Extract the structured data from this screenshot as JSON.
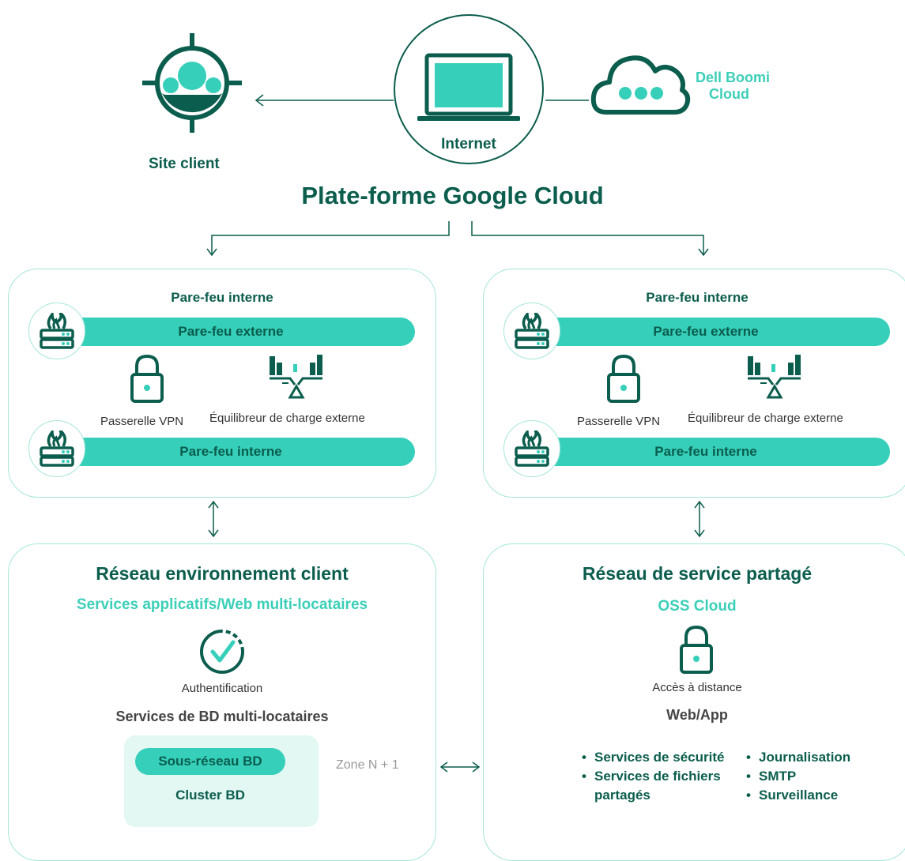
{
  "internet": {
    "label": "Internet"
  },
  "site_client": {
    "label": "Site client"
  },
  "boomi": {
    "label_line1": "Dell Boomi",
    "label_line2": "Cloud"
  },
  "platform": {
    "title": "Plate-forme Google Cloud"
  },
  "left_firewall_panel": {
    "title": "Pare-feu interne",
    "bar_top": "Pare-feu externe",
    "vpn_label": "Passerelle VPN",
    "lb_label": "Équilibreur de charge externe",
    "bar_bottom": "Pare-feu interne"
  },
  "right_firewall_panel": {
    "title": "Pare-feu interne",
    "bar_top": "Pare-feu externe",
    "vpn_label": "Passerelle VPN",
    "lb_label": "Équilibreur de charge externe",
    "bar_bottom": "Pare-feu interne"
  },
  "client_network": {
    "title": "Réseau environnement client",
    "subtitle": "Services applicatifs/Web multi-locataires",
    "auth_label": "Authentification",
    "db_services": "Services de BD multi-locataires",
    "subnet": "Sous-réseau BD",
    "cluster": "Cluster BD",
    "zone": "Zone N + 1"
  },
  "shared_network": {
    "title": "Réseau de service partagé",
    "subtitle": "OSS Cloud",
    "remote_label": "Accès à distance",
    "webapp": "Web/App",
    "services_col1": [
      "Services de sécurité",
      "Services de fichiers partagés"
    ],
    "services_col2": [
      "Journalisation",
      "SMTP",
      "Surveillance"
    ]
  },
  "colors": {
    "dark_green": "#0b5d4d",
    "teal": "#36cfba",
    "light_teal": "#a6e6da",
    "mint": "#e3f7f3"
  }
}
